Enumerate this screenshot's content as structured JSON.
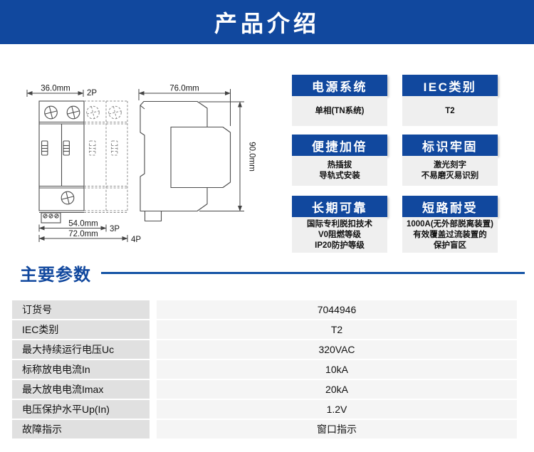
{
  "banner": {
    "title": "产品介绍"
  },
  "colors": {
    "primary_blue": "#11489E",
    "divider_blue": "#1353A5",
    "badge_body_bg": "#EFEFEF",
    "table_label_bg": "#E0E0E0",
    "table_value_bg": "#F5F5F5"
  },
  "drawing": {
    "front_width": "36.0mm",
    "poles_2p": "2P",
    "width_3p": "54.0mm",
    "poles_3p": "3P",
    "width_4p": "72.0mm",
    "poles_4p": "4P",
    "side_depth": "76.0mm",
    "side_height": "90.0mm"
  },
  "features": [
    {
      "title": "电源系统",
      "lines": [
        "单相(TN系统)"
      ]
    },
    {
      "title": "IEC类别",
      "lines": [
        "T2"
      ]
    },
    {
      "title": "便捷加倍",
      "lines": [
        "热插拔",
        "导轨式安装"
      ]
    },
    {
      "title": "标识牢固",
      "lines": [
        "激光刻字",
        "不易磨灭易识别"
      ]
    },
    {
      "title": "长期可靠",
      "lines": [
        "国际专利脱扣技术",
        "V0阻燃等级",
        "IP20防护等级"
      ]
    },
    {
      "title": "短路耐受",
      "lines": [
        "1000A(无外部脱离装置)",
        "有效覆盖过流装置的",
        "保护盲区"
      ]
    }
  ],
  "section": {
    "title": "主要参数"
  },
  "params": {
    "rows": [
      {
        "label": "订货号",
        "value": "7044946"
      },
      {
        "label": "IEC类别",
        "value": "T2"
      },
      {
        "label": "最大持续运行电压Uc",
        "value": "320VAC"
      },
      {
        "label": "标称放电电流In",
        "value": "10kA"
      },
      {
        "label": "最大放电电流Imax",
        "value": "20kA"
      },
      {
        "label": "电压保护水平Up(In)",
        "value": "1.2V"
      },
      {
        "label": "故障指示",
        "value": "窗口指示"
      }
    ]
  }
}
